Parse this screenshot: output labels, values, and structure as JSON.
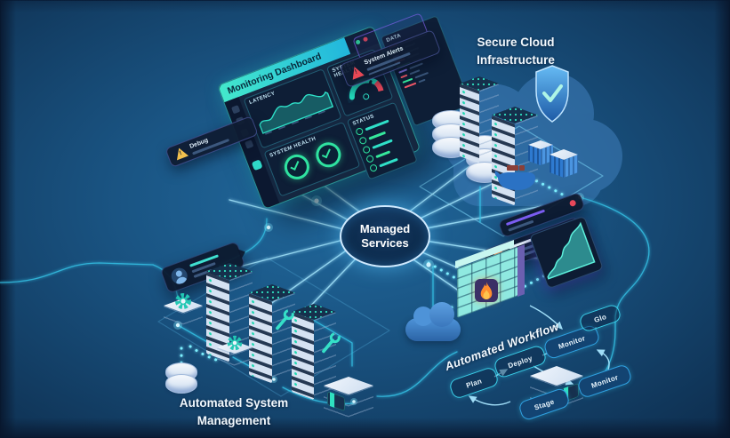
{
  "colors": {
    "accent_teal": "#35e0c8",
    "line_cyan": "#3fd2f2",
    "alert_red": "#e8485a",
    "warning_yellow": "#f2c14e",
    "success_green": "#2fe3a0",
    "panel_navy": "#12233c"
  },
  "dashboard": {
    "title": "Monitoring Dashboard",
    "window_dots": [
      "#2fe3a0",
      "#e8485a"
    ],
    "panels": {
      "latency": "Latency",
      "gauge": "System Health",
      "checks": "System Health",
      "status": "Status",
      "data": "Data"
    },
    "badges": {
      "debug": "Debug",
      "alerts": "System Alerts"
    }
  },
  "secure_cloud": {
    "line1": "Secure Cloud",
    "line2": "Infrastructure"
  },
  "managed_services": {
    "line1": "Managed",
    "line2": "Services"
  },
  "automated_system": {
    "line1": "Automated System",
    "line2": "Management"
  },
  "workflow": {
    "label": "Automated Workflow",
    "nodes": [
      {
        "id": "plan",
        "label": "Plan"
      },
      {
        "id": "deploy",
        "label": "Deploy"
      },
      {
        "id": "monitor-top",
        "label": "Monitor"
      },
      {
        "id": "go",
        "label": "Glo"
      },
      {
        "id": "stage",
        "label": "Stage"
      },
      {
        "id": "monitor-right",
        "label": "Monitor"
      }
    ]
  }
}
